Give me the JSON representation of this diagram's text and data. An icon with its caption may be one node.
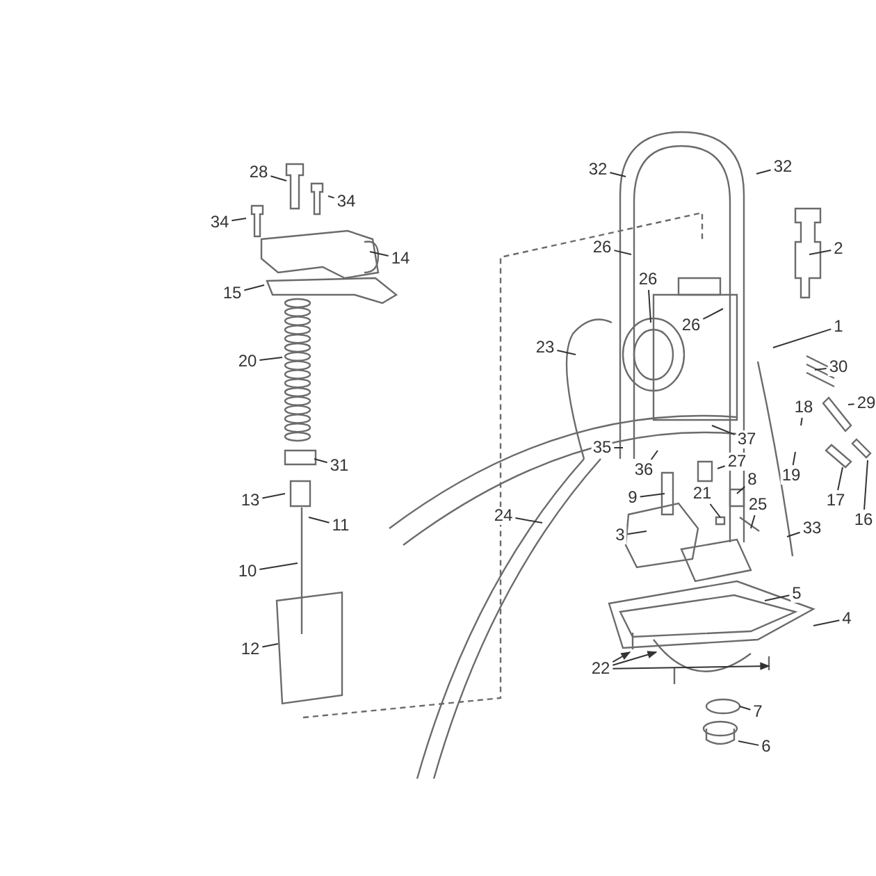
{
  "diagram": {
    "nodes": [
      {
        "text": [
          "28"
        ]
      },
      {
        "text": [
          "34"
        ]
      },
      {
        "text": [
          "34"
        ]
      },
      {
        "text": [
          "14"
        ]
      },
      {
        "text": [
          "15"
        ]
      },
      {
        "text": [
          "20"
        ]
      },
      {
        "text": [
          "31"
        ]
      },
      {
        "text": [
          "13"
        ]
      },
      {
        "text": [
          "11"
        ]
      },
      {
        "text": [
          "10"
        ]
      },
      {
        "text": [
          "12"
        ]
      },
      {
        "text": [
          "32"
        ]
      },
      {
        "text": [
          "32"
        ]
      },
      {
        "text": [
          "2"
        ]
      },
      {
        "text": [
          "26"
        ]
      },
      {
        "text": [
          "26"
        ]
      },
      {
        "text": [
          "26"
        ]
      },
      {
        "text": [
          "1"
        ]
      },
      {
        "text": [
          "23"
        ]
      },
      {
        "text": [
          "30"
        ]
      },
      {
        "text": [
          "29"
        ]
      },
      {
        "text": [
          "18"
        ]
      },
      {
        "text": [
          "37"
        ]
      },
      {
        "text": [
          "35"
        ]
      },
      {
        "text": [
          "36"
        ]
      },
      {
        "text": [
          "27"
        ]
      },
      {
        "text": [
          "19"
        ]
      },
      {
        "text": [
          "17"
        ]
      },
      {
        "text": [
          "16"
        ]
      },
      {
        "text": [
          "8"
        ]
      },
      {
        "text": [
          "9"
        ]
      },
      {
        "text": [
          "21"
        ]
      },
      {
        "text": [
          "25"
        ]
      },
      {
        "text": [
          "24"
        ]
      },
      {
        "text": [
          "33"
        ]
      },
      {
        "text": [
          "3"
        ]
      },
      {
        "text": [
          "5"
        ]
      },
      {
        "text": [
          "4"
        ]
      },
      {
        "text": [
          "22"
        ]
      },
      {
        "text": [
          "7"
        ]
      },
      {
        "text": [
          "6"
        ]
      }
    ],
    "edges": [
      {
        "from": 0,
        "to": null,
        "arrow": "none"
      },
      {
        "from": 1,
        "to": null,
        "arrow": "none"
      },
      {
        "from": 2,
        "to": null,
        "arrow": "none"
      },
      {
        "from": 3,
        "to": null,
        "arrow": "none"
      },
      {
        "from": 4,
        "to": null,
        "arrow": "none"
      },
      {
        "from": 5,
        "to": null,
        "arrow": "none"
      },
      {
        "from": 6,
        "to": null,
        "arrow": "none"
      },
      {
        "from": 7,
        "to": null,
        "arrow": "none"
      },
      {
        "from": 8,
        "to": null,
        "arrow": "none"
      },
      {
        "from": 9,
        "to": null,
        "arrow": "none"
      },
      {
        "from": 10,
        "to": null,
        "arrow": "none"
      },
      {
        "from": 11,
        "to": null,
        "arrow": "none"
      },
      {
        "from": 12,
        "to": null,
        "arrow": "none"
      },
      {
        "from": 13,
        "to": null,
        "arrow": "none"
      },
      {
        "from": 14,
        "to": null,
        "arrow": "none"
      },
      {
        "from": 15,
        "to": null,
        "arrow": "none"
      },
      {
        "from": 16,
        "to": null,
        "arrow": "none"
      },
      {
        "from": 17,
        "to": null,
        "arrow": "none"
      },
      {
        "from": 18,
        "to": null,
        "arrow": "none"
      },
      {
        "from": 19,
        "to": null,
        "arrow": "none"
      },
      {
        "from": 20,
        "to": null,
        "arrow": "none"
      },
      {
        "from": 21,
        "to": null,
        "arrow": "none"
      },
      {
        "from": 22,
        "to": null,
        "arrow": "none"
      },
      {
        "from": 23,
        "to": null,
        "arrow": "none"
      },
      {
        "from": 24,
        "to": null,
        "arrow": "none"
      },
      {
        "from": 25,
        "to": null,
        "arrow": "none"
      },
      {
        "from": 26,
        "to": null,
        "arrow": "none"
      },
      {
        "from": 27,
        "to": null,
        "arrow": "none"
      },
      {
        "from": 28,
        "to": null,
        "arrow": "none"
      },
      {
        "from": 29,
        "to": null,
        "arrow": "none"
      },
      {
        "from": 30,
        "to": null,
        "arrow": "none"
      },
      {
        "from": 31,
        "to": null,
        "arrow": "none"
      },
      {
        "from": 32,
        "to": null,
        "arrow": "none"
      },
      {
        "from": 33,
        "to": null,
        "arrow": "none"
      },
      {
        "from": 34,
        "to": null,
        "arrow": "none"
      },
      {
        "from": 35,
        "to": null,
        "arrow": "none"
      },
      {
        "from": 36,
        "to": null,
        "arrow": "none"
      },
      {
        "from": 37,
        "to": null,
        "arrow": "none"
      },
      {
        "from": 38,
        "to": null,
        "arrow": "to"
      },
      {
        "from": 38,
        "to": null,
        "arrow": "to"
      },
      {
        "from": 38,
        "to": null,
        "arrow": "to"
      },
      {
        "from": 39,
        "to": null,
        "arrow": "none"
      },
      {
        "from": 40,
        "to": null,
        "arrow": "none"
      }
    ]
  }
}
